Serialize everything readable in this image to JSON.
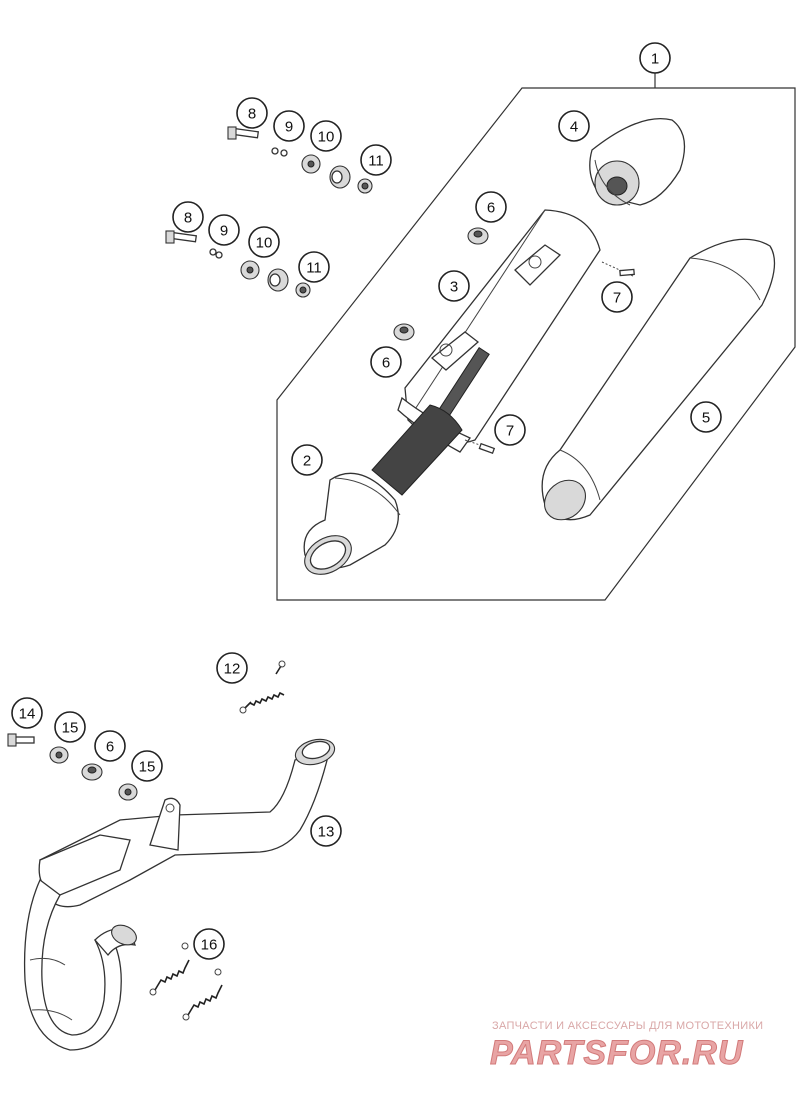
{
  "callouts": [
    {
      "id": "c1",
      "label": "1"
    },
    {
      "id": "c2",
      "label": "2"
    },
    {
      "id": "c3",
      "label": "3"
    },
    {
      "id": "c4",
      "label": "4"
    },
    {
      "id": "c5",
      "label": "5"
    },
    {
      "id": "c6a",
      "label": "6"
    },
    {
      "id": "c6b",
      "label": "6"
    },
    {
      "id": "c6c",
      "label": "6"
    },
    {
      "id": "c7a",
      "label": "7"
    },
    {
      "id": "c7b",
      "label": "7"
    },
    {
      "id": "c8a",
      "label": "8"
    },
    {
      "id": "c8b",
      "label": "8"
    },
    {
      "id": "c9a",
      "label": "9"
    },
    {
      "id": "c9b",
      "label": "9"
    },
    {
      "id": "c10a",
      "label": "10"
    },
    {
      "id": "c10b",
      "label": "10"
    },
    {
      "id": "c11a",
      "label": "11"
    },
    {
      "id": "c11b",
      "label": "11"
    },
    {
      "id": "c12",
      "label": "12"
    },
    {
      "id": "c13",
      "label": "13"
    },
    {
      "id": "c14",
      "label": "14"
    },
    {
      "id": "c15a",
      "label": "15"
    },
    {
      "id": "c15b",
      "label": "15"
    },
    {
      "id": "c16",
      "label": "16"
    }
  ],
  "watermark": {
    "tagline": "ЗАПЧАСТИ И АКСЕССУАРЫ ДЛЯ МОТОТЕХНИКИ",
    "logo_text": "PARTSFOR.RU"
  }
}
